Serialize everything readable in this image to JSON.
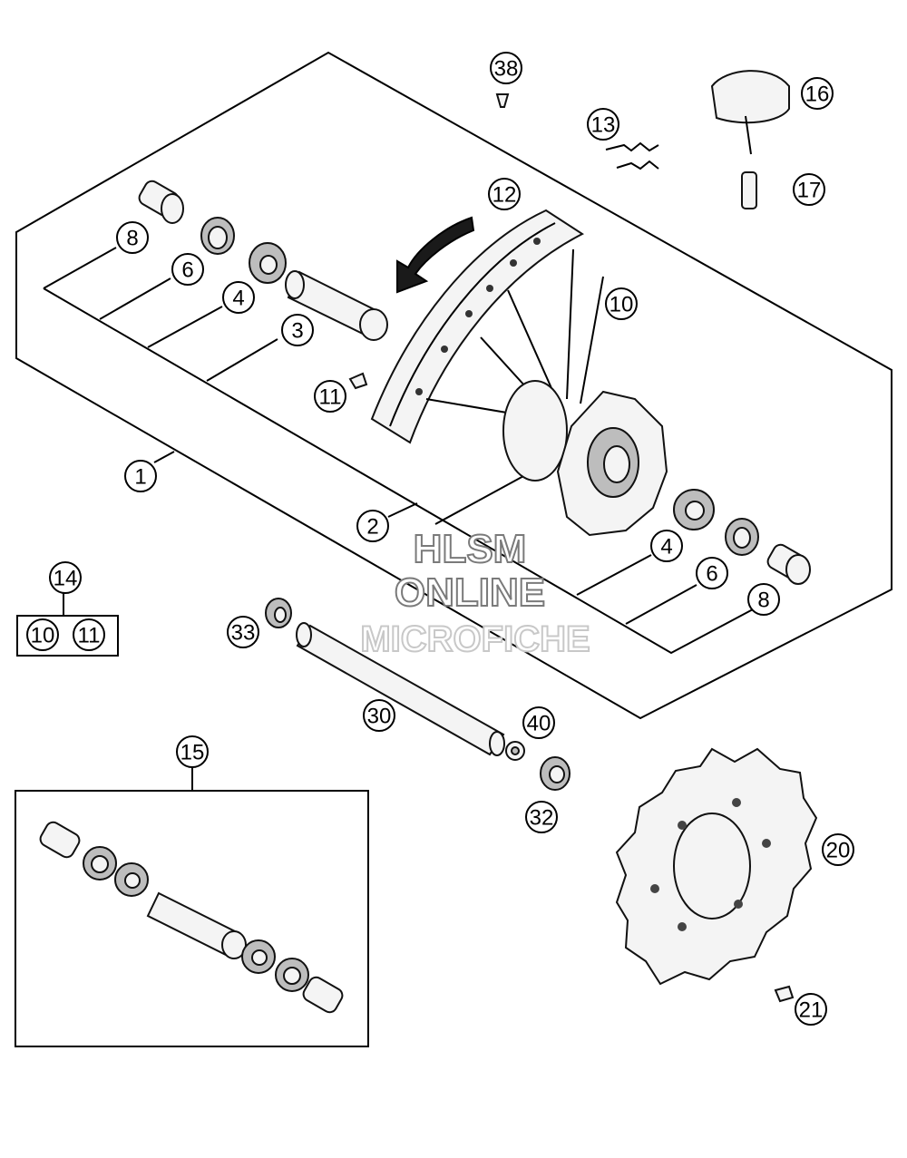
{
  "watermark": {
    "line1": "HLSM",
    "line2": "ONLINE",
    "line3": "MICROFICHE"
  },
  "callouts": {
    "p1": "1",
    "p2": "2",
    "p3": "3",
    "p4a": "4",
    "p4b": "4",
    "p6a": "6",
    "p6b": "6",
    "p8a": "8",
    "p8b": "8",
    "p10": "10",
    "p10k": "10",
    "p11": "11",
    "p11k": "11",
    "p12": "12",
    "p13": "13",
    "p14": "14",
    "p15": "15",
    "p16": "16",
    "p17": "17",
    "p20": "20",
    "p21": "21",
    "p30": "30",
    "p32": "32",
    "p33": "33",
    "p38": "38",
    "p40": "40"
  }
}
